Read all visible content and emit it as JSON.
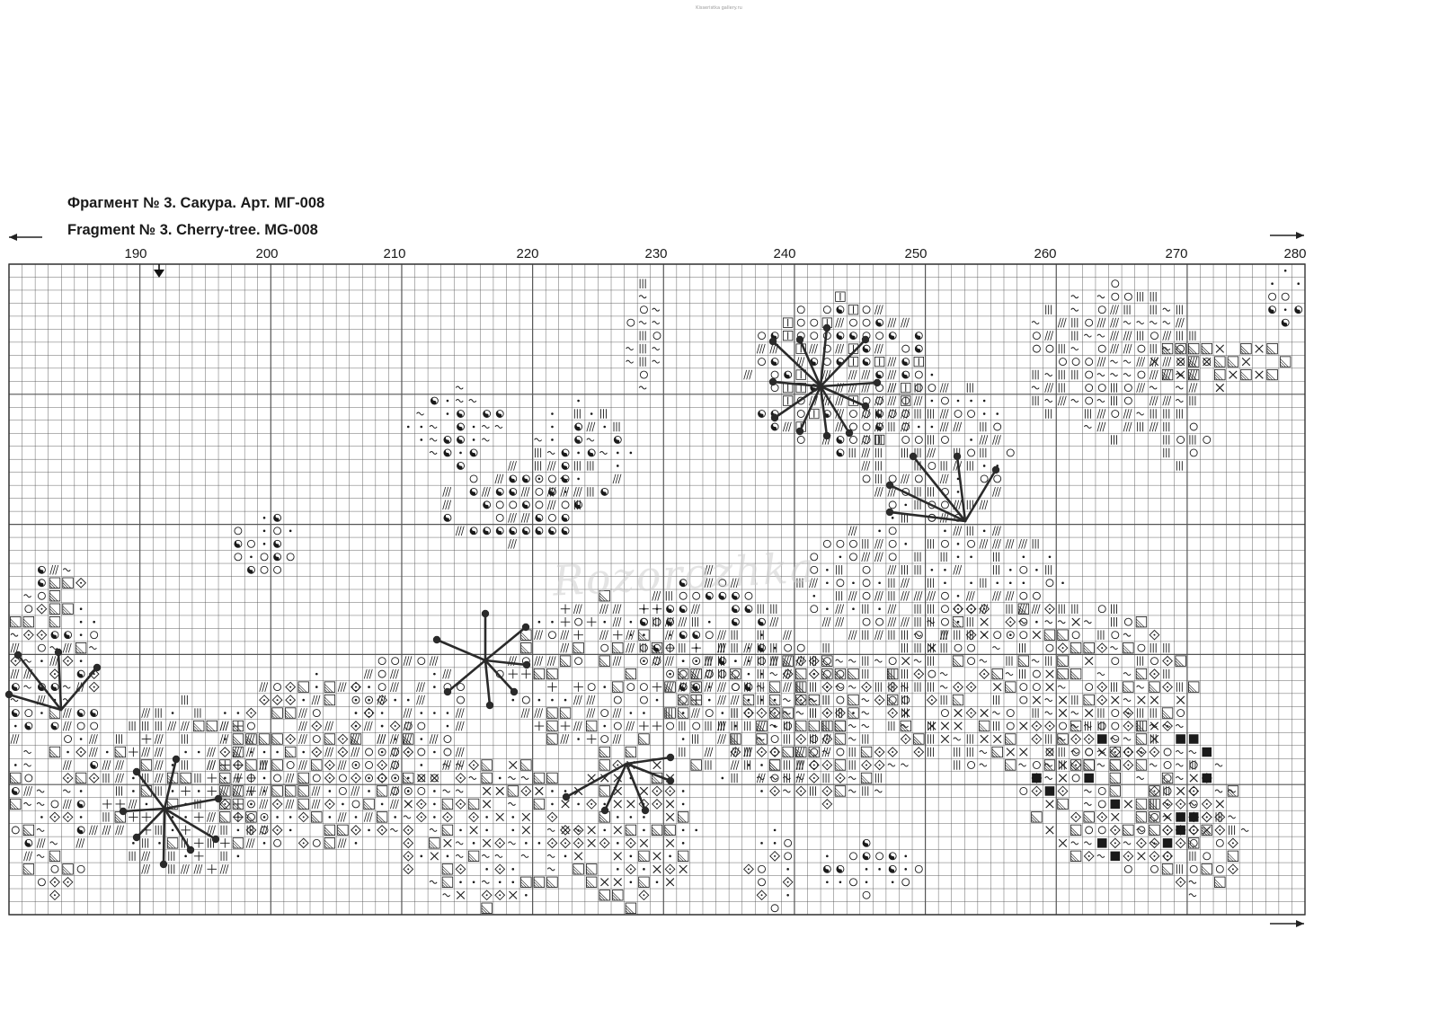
{
  "source_text": "Kisseristka gallery.ru",
  "title_ru": "Фрагмент № 3. Сакура. Арт. МГ-008",
  "title_en": "Fragment № 3. Cherry-tree. MG-008",
  "watermark": "Rozorozhka",
  "column_labels": [
    "190",
    "200",
    "210",
    "220",
    "230",
    "240",
    "250",
    "260",
    "270",
    "280"
  ],
  "colors": {
    "grid": "#555555",
    "ink": "#1a1a1a",
    "backstitch": "#2a2a2a"
  },
  "symbol_legend": [
    "dot",
    "tilde",
    "circle",
    "diagonal",
    "bars",
    "yin-yang",
    "diamond",
    "cross",
    "hatched",
    "square",
    "roman-I",
    "plus"
  ],
  "center_marker": "down-arrow"
}
